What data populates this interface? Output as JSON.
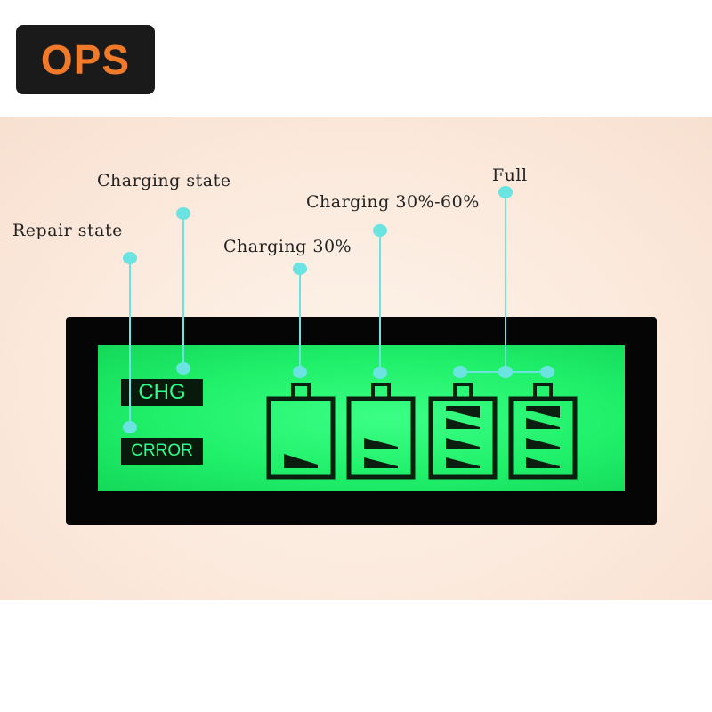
{
  "logo": {
    "text": "OPS",
    "color": "#f07a2a"
  },
  "labels": {
    "repair": "Repair state",
    "charging": "Charging state",
    "charging30": "Charging 30%",
    "charging3060": "Charging 30%-60%",
    "full": "Full"
  },
  "display": {
    "chg": "CHG",
    "error": "CRROR",
    "segment_text_color": "#2dff8a",
    "battery_levels": [
      1,
      2,
      3,
      3
    ]
  },
  "colors": {
    "callout": "#6be3e0",
    "lcd": "#20f06a",
    "frame": "#050505"
  }
}
